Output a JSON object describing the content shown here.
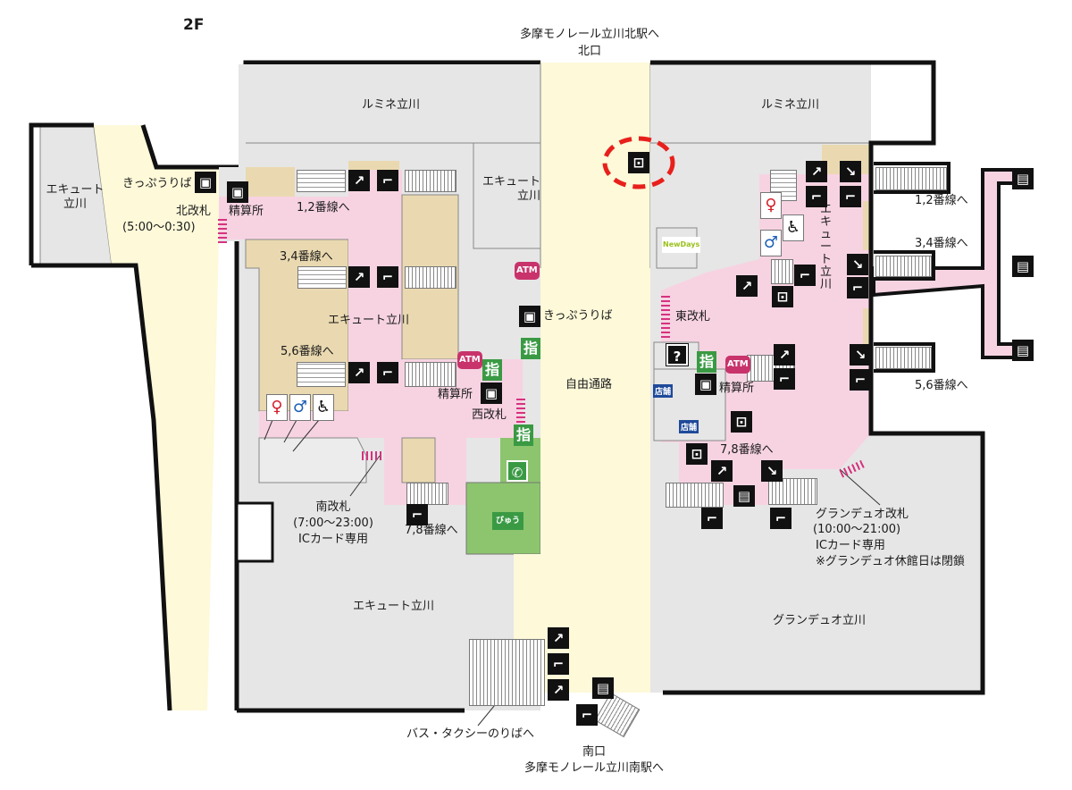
{
  "floor": "2F",
  "north_exit": {
    "line1": "多摩モノレール立川北駅へ",
    "line2": "北口"
  },
  "south_exit": {
    "line1": "南口",
    "line2": "多摩モノレール立川南駅へ"
  },
  "free_passage": "自由通路",
  "bus_taxi": "バス・タクシーのりばへ",
  "west": {
    "lumine": "ルミネ立川",
    "ecute_far_left": "エキュート\n立川",
    "ecute_inner": "エキュート\n立川",
    "ecute_center": "エキュート立川",
    "ecute_south": "エキュート立川",
    "ticket_office_1": "きっぷうりば",
    "ticket_office_2": "きっぷうりば",
    "north_gate": "北改札",
    "north_gate_hours": "(5:00〜0:30)",
    "fare_adjust_1": "精算所",
    "fare_adjust_2": "精算所",
    "track_12": "1,2番線へ",
    "track_34": "3,4番線へ",
    "track_56": "5,6番線へ",
    "track_78": "7,8番線へ",
    "west_gate": "西改札",
    "south_gate": "南改札",
    "south_gate_hours": "(7:00〜23:00)",
    "south_gate_note": "ICカード専用",
    "atm": "ATM",
    "reserved": "指"
  },
  "east": {
    "lumine": "ルミネ立川",
    "ecute": "エキュート立川",
    "newdays": "NewDays",
    "east_gate": "東改札",
    "fare_adjust": "精算所",
    "atm": "ATM",
    "reserved": "指",
    "info": "?",
    "shop": "店舗",
    "track_12": "1,2番線へ",
    "track_34": "3,4番線へ",
    "track_56": "5,6番線へ",
    "track_78": "7,8番線へ",
    "granduo_gate": "グランデュオ改札",
    "granduo_gate_hours": "(10:00〜21:00)",
    "granduo_gate_note": "ICカード専用",
    "granduo_gate_closed": "※グランデュオ休館日は閉鎖",
    "granduo": "グランデュオ立川"
  },
  "view_label": "びゅう",
  "colors": {
    "concourse": "#f7d3e2",
    "passage": "#fdf9d9",
    "shop": "#e6e6e6",
    "platform_stairs": "#ead9b0",
    "gate": "#d6327f",
    "highlight": "#e8201c",
    "green": "#8cc56e"
  }
}
